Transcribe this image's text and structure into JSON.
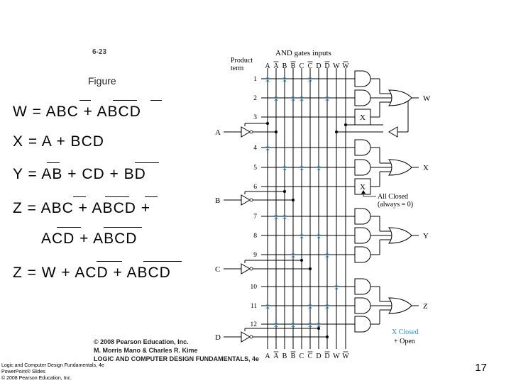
{
  "figure": {
    "number": "6-23",
    "label": "Figure"
  },
  "equations": [
    "W = ABC + ABCD",
    "X = A + BCD",
    "Y = AB + CD + BD",
    "Z = ABC + ABCD +",
    "ACD + ABCD",
    "Z = W + ACD + ABCD"
  ],
  "diagram": {
    "header_and": "AND gates inputs",
    "header_pt_line1": "Product",
    "header_pt_line2": "term",
    "column_labels": [
      "A",
      "A",
      "B",
      "B",
      "C",
      "C",
      "D",
      "D",
      "W",
      "W"
    ],
    "row_numbers": [
      "1",
      "2",
      "3",
      "4",
      "5",
      "6",
      "7",
      "8",
      "9",
      "10",
      "11",
      "12"
    ],
    "inputs": [
      "A",
      "B",
      "C",
      "D"
    ],
    "outputs": [
      "W",
      "X",
      "Y",
      "Z"
    ],
    "x_mark": "X",
    "all_closed_line1": "All Closed",
    "all_closed_line2": "(always = 0)",
    "legend_line1": "X Closed",
    "legend_line2": "+ Open",
    "marks_color": "#2a8fd6"
  },
  "copyright": [
    "© 2008 Pearson Education, Inc.",
    "M. Morris Mano & Charles R. Kime",
    "LOGIC AND COMPUTER DESIGN FUNDAMENTALS, 4e"
  ],
  "footer": [
    "Logic and Computer Design Fundamentals, 4e",
    "PowerPoint® Slides",
    "© 2008 Pearson Education, Inc."
  ],
  "page_number": "17"
}
